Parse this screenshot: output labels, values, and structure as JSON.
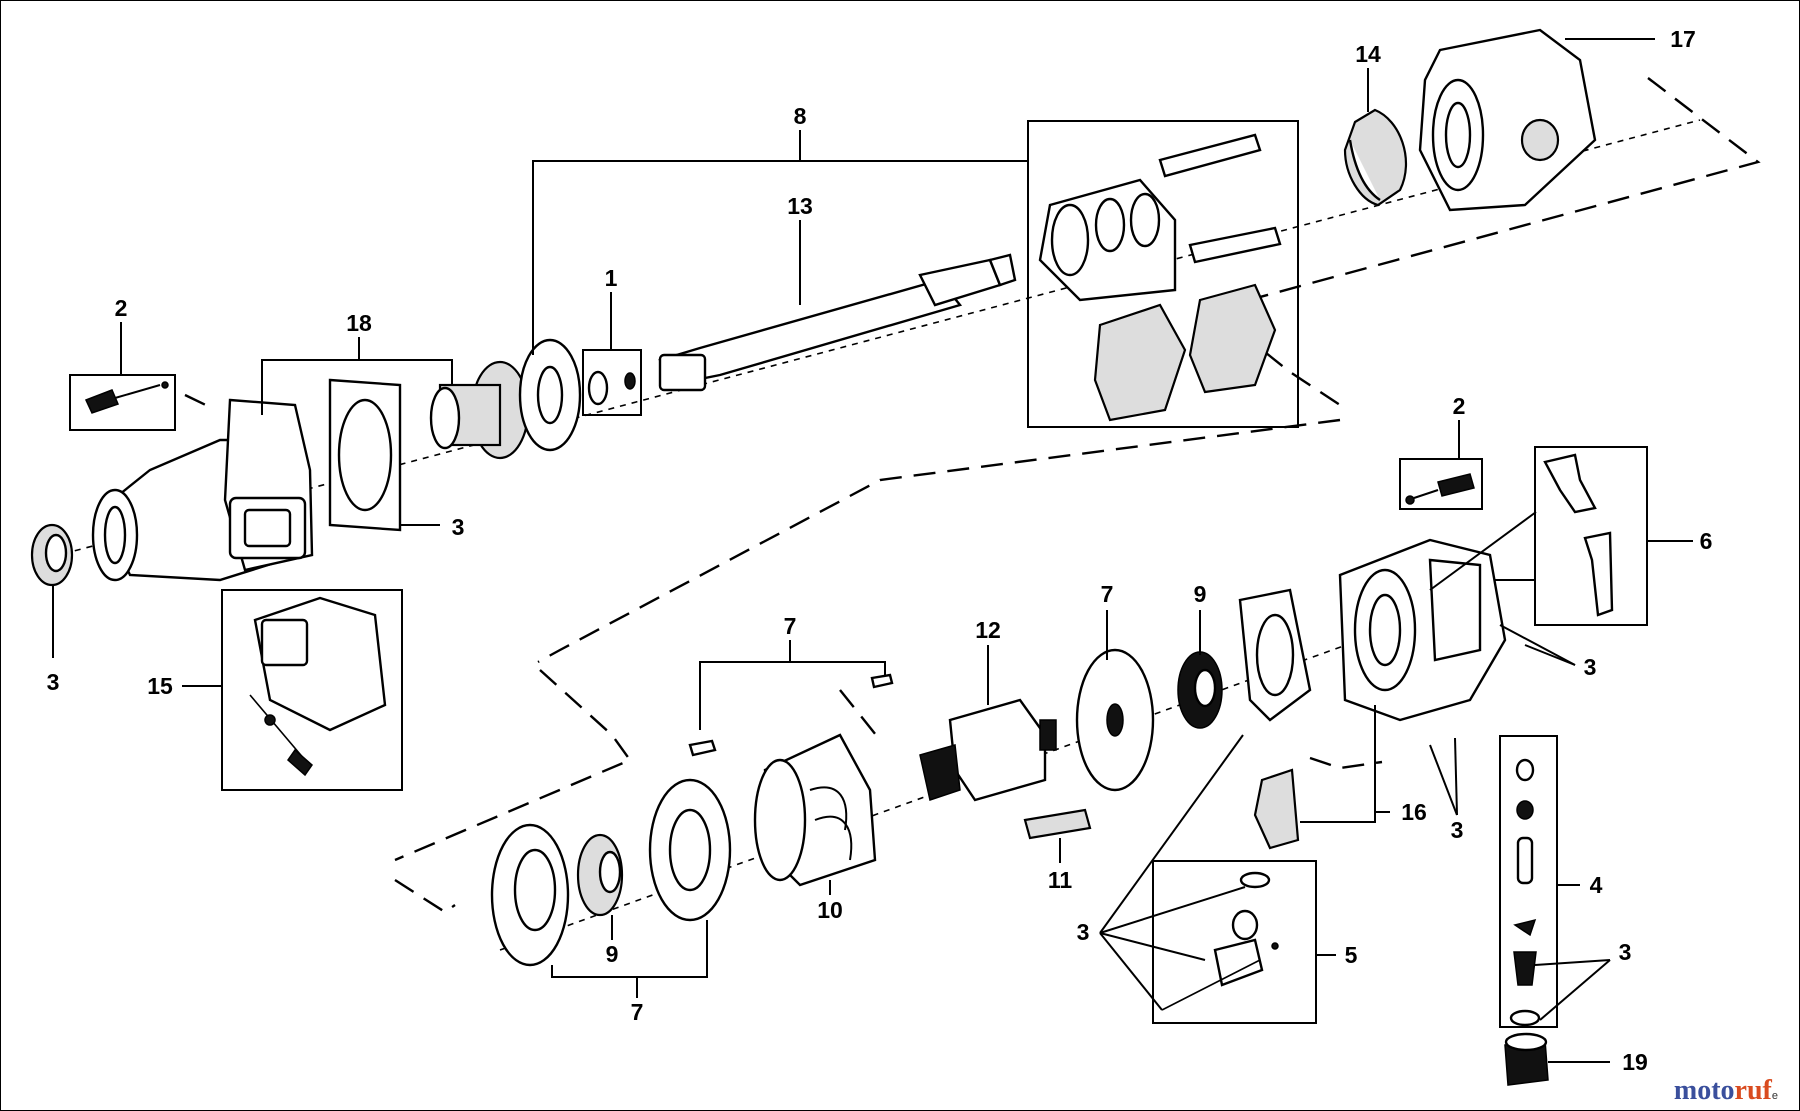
{
  "diagram": {
    "callouts": [
      {
        "id": "c1",
        "label": "1"
      },
      {
        "id": "c2a",
        "label": "2"
      },
      {
        "id": "c2b",
        "label": "2"
      },
      {
        "id": "c3a",
        "label": "3"
      },
      {
        "id": "c3b",
        "label": "3"
      },
      {
        "id": "c3c",
        "label": "3"
      },
      {
        "id": "c3d",
        "label": "3"
      },
      {
        "id": "c3e",
        "label": "3"
      },
      {
        "id": "c3f",
        "label": "3"
      },
      {
        "id": "c4",
        "label": "4"
      },
      {
        "id": "c5",
        "label": "5"
      },
      {
        "id": "c6",
        "label": "6"
      },
      {
        "id": "c7a",
        "label": "7"
      },
      {
        "id": "c7b",
        "label": "7"
      },
      {
        "id": "c7c",
        "label": "7"
      },
      {
        "id": "c8",
        "label": "8"
      },
      {
        "id": "c9a",
        "label": "9"
      },
      {
        "id": "c9b",
        "label": "9"
      },
      {
        "id": "c10",
        "label": "10"
      },
      {
        "id": "c11",
        "label": "11"
      },
      {
        "id": "c12",
        "label": "12"
      },
      {
        "id": "c13",
        "label": "13"
      },
      {
        "id": "c14",
        "label": "14"
      },
      {
        "id": "c15",
        "label": "15"
      },
      {
        "id": "c16",
        "label": "16"
      },
      {
        "id": "c17",
        "label": "17"
      },
      {
        "id": "c18",
        "label": "18"
      },
      {
        "id": "c19",
        "label": "19"
      }
    ]
  },
  "watermark": {
    "part1": "moto",
    "part2": "ruf",
    "suffix": "e"
  }
}
